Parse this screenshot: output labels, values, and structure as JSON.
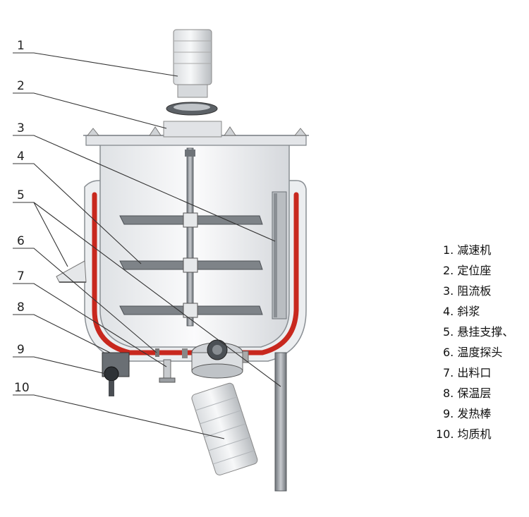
{
  "diagram": {
    "callouts": [
      "1",
      "2",
      "3",
      "4",
      "5",
      "6",
      "7",
      "8",
      "9",
      "10"
    ],
    "legend": [
      "1. 减速机",
      "2. 定位座",
      "3. 阻流板",
      "4. 斜浆",
      "5. 悬挂支撑、",
      "6. 温度探头",
      "7. 出料口",
      "8. 保温层",
      "9. 发热棒",
      "10. 均质机"
    ],
    "colors": {
      "heating_layer": "#c8281e",
      "steel": "#9aa0a6",
      "steel_dark": "#5c6166",
      "shell_fill": "#f4f5f6",
      "jacket_fill": "#e9ebed",
      "leader": "#333333"
    }
  }
}
